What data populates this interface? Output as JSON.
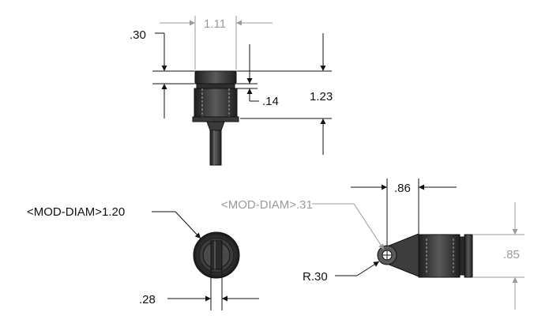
{
  "diagram": {
    "colors": {
      "line_black": "#111111",
      "line_gray": "#9a9a9a",
      "part_dark": "#2b2b2b",
      "part_mid": "#4a4a4a",
      "part_light": "#6a6a6a"
    },
    "dimensions": {
      "top_width": "1.11",
      "top_cap_height": ".30",
      "top_groove": ".14",
      "top_overall_height": "1.23",
      "bottom_mod_diam": "<MOD-DIAM>1.20",
      "bottom_shaft_width": ".28",
      "side_mod_diam": "<MOD-DIAM>.31",
      "side_length": ".86",
      "side_height": ".85",
      "side_radius": "R.30"
    }
  }
}
